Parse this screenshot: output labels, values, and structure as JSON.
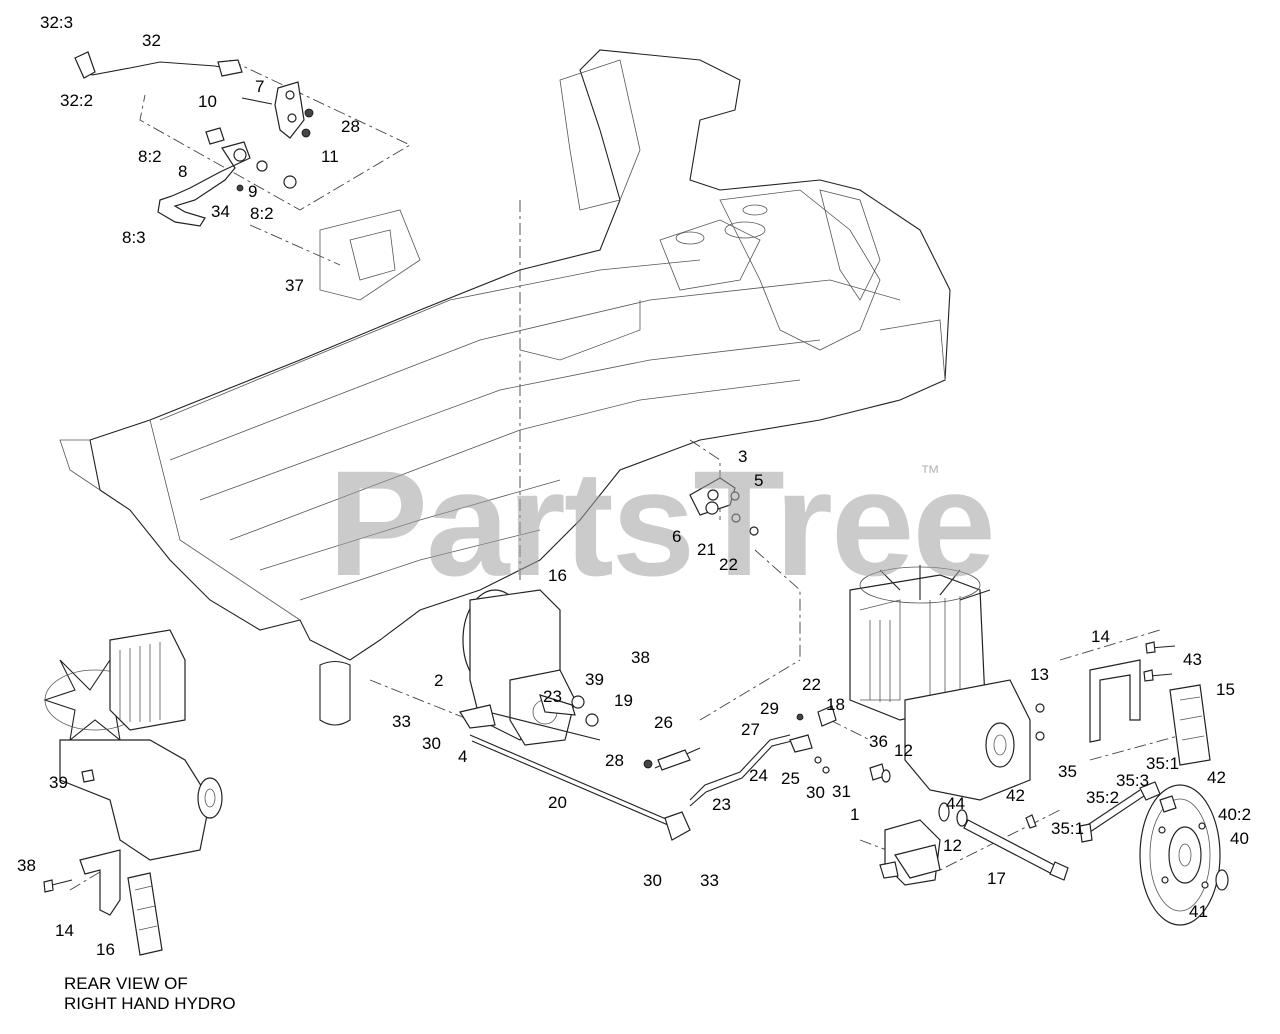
{
  "diagram": {
    "watermark": "PartsTree",
    "watermark_tm": "™",
    "caption_line1": "REAR VIEW OF",
    "caption_line2": "RIGHT HAND HYDRO",
    "callouts": [
      "32:3",
      "32",
      "32:2",
      "7",
      "10",
      "28",
      "8:2",
      "11",
      "8",
      "9",
      "34",
      "8:2",
      "8:3",
      "37",
      "3",
      "5",
      "6",
      "21",
      "22",
      "16",
      "38",
      "2",
      "39",
      "23",
      "19",
      "33",
      "30",
      "4",
      "26",
      "28",
      "29",
      "27",
      "22",
      "18",
      "24",
      "25",
      "30",
      "31",
      "23",
      "20",
      "30",
      "33",
      "14",
      "43",
      "13",
      "15",
      "36",
      "12",
      "35",
      "35:1",
      "35:3",
      "42",
      "1",
      "44",
      "42",
      "35:2",
      "40:2",
      "40",
      "12",
      "35:1",
      "17",
      "41",
      "39",
      "38",
      "14",
      "16"
    ]
  }
}
